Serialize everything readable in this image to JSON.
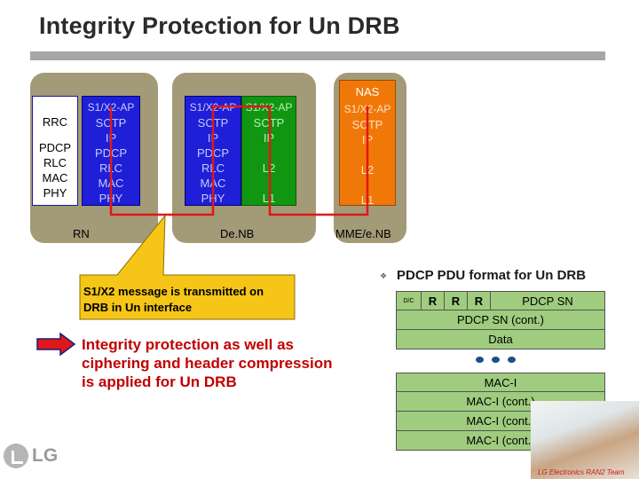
{
  "title": "Integrity Protection for Un DRB",
  "rn": {
    "label": "RN",
    "left_layers": [
      "RRC",
      "PDCP",
      "RLC",
      "MAC",
      "PHY"
    ],
    "right_layers": [
      "S1/X2-AP",
      "SCTP",
      "IP",
      "PDCP",
      "RLC",
      "MAC",
      "PHY"
    ]
  },
  "denb": {
    "label": "De.NB",
    "left_layers": [
      "S1/X2-AP",
      "SCTP",
      "IP",
      "PDCP",
      "RLC",
      "MAC",
      "PHY"
    ],
    "right_layers": [
      "S1/X2-AP",
      "SCTP",
      "IP",
      "L2",
      "L1"
    ]
  },
  "mme": {
    "label": "MME/e.NB",
    "nas": "NAS",
    "layers": [
      "S1/X2-AP",
      "SCTP",
      "IP",
      "L2",
      "L1"
    ]
  },
  "callout": "S1/X2 message is transmitted on DRB in Un interface",
  "note": "Integrity protection as well as ciphering and header compression is applied for Un DRB",
  "pdu_format": {
    "title": "PDCP PDU format for Un DRB",
    "header_cells": [
      "D/C",
      "R",
      "R",
      "R",
      "PDCP SN"
    ],
    "rows": [
      "PDCP SN (cont.)",
      "Data"
    ],
    "mac_rows": [
      "MAC-I",
      "MAC-I (cont.)",
      "MAC-I (cont.)",
      "MAC-I (cont.)"
    ]
  },
  "logo_text": "LG",
  "footer_caption": "LG Electronics RAN2 Team",
  "colors": {
    "node_bg": "#a39a77",
    "route_line": "#e01818",
    "callout_fill": "#f5c518",
    "note_arrow": "#e01818",
    "pdu_fill": "#9fcc7e",
    "stack_blue": "#1f1fd8",
    "stack_green": "#119611",
    "stack_orange": "#f07808"
  }
}
